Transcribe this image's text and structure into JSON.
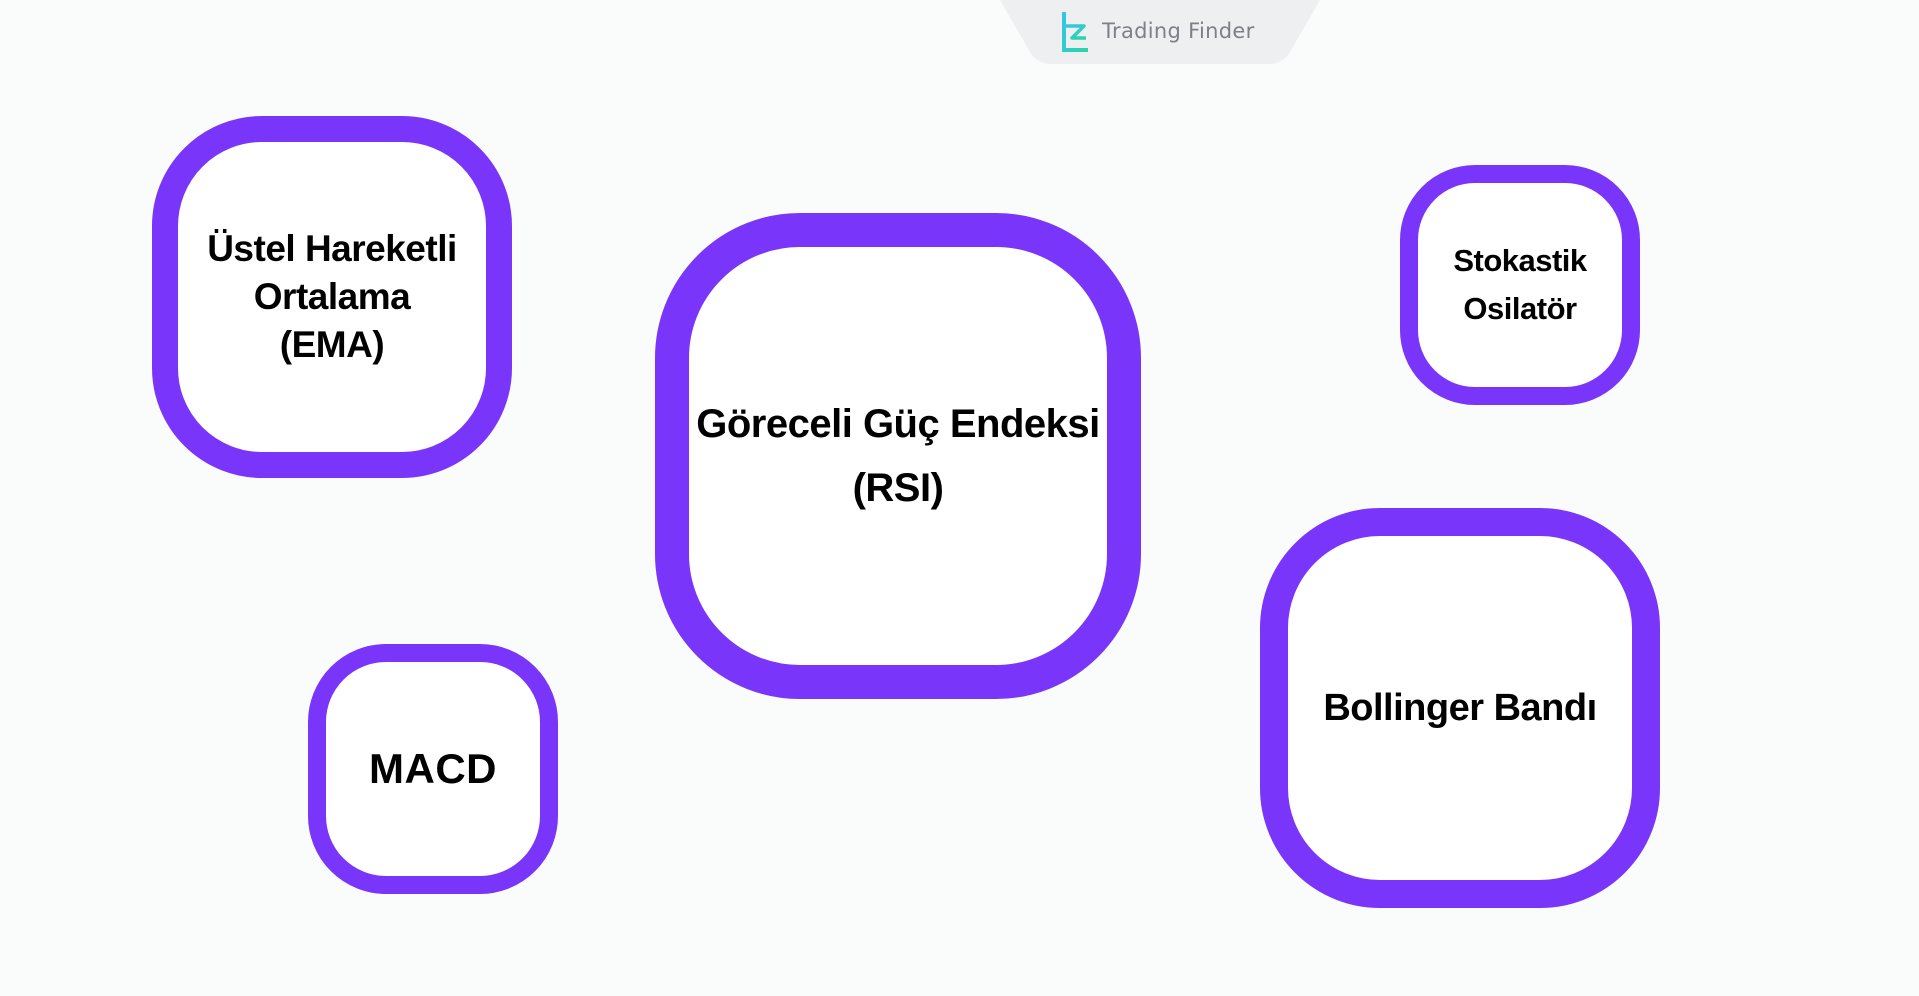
{
  "brand": {
    "name": "Trading Finder",
    "logo_icon": "trading-finder-logo-icon",
    "text_color": "#7d8187",
    "logo_colors": [
      "#33c6e8",
      "#2dd4a8"
    ]
  },
  "colors": {
    "background": "#fafbfb",
    "node_border": "#7a35fb",
    "node_fill": "#ffffff",
    "label_text": "#000000"
  },
  "nodes": {
    "ema": {
      "label": "Üstel Hareketli\nOrtalama\n(EMA)"
    },
    "rsi": {
      "label": "Göreceli Güç  Endeksi\n(RSI)"
    },
    "stochastic": {
      "label": "Stokastik\nOsilatör"
    },
    "macd": {
      "label": "MACD"
    },
    "bollinger": {
      "label": "Bollinger Bandı"
    }
  }
}
